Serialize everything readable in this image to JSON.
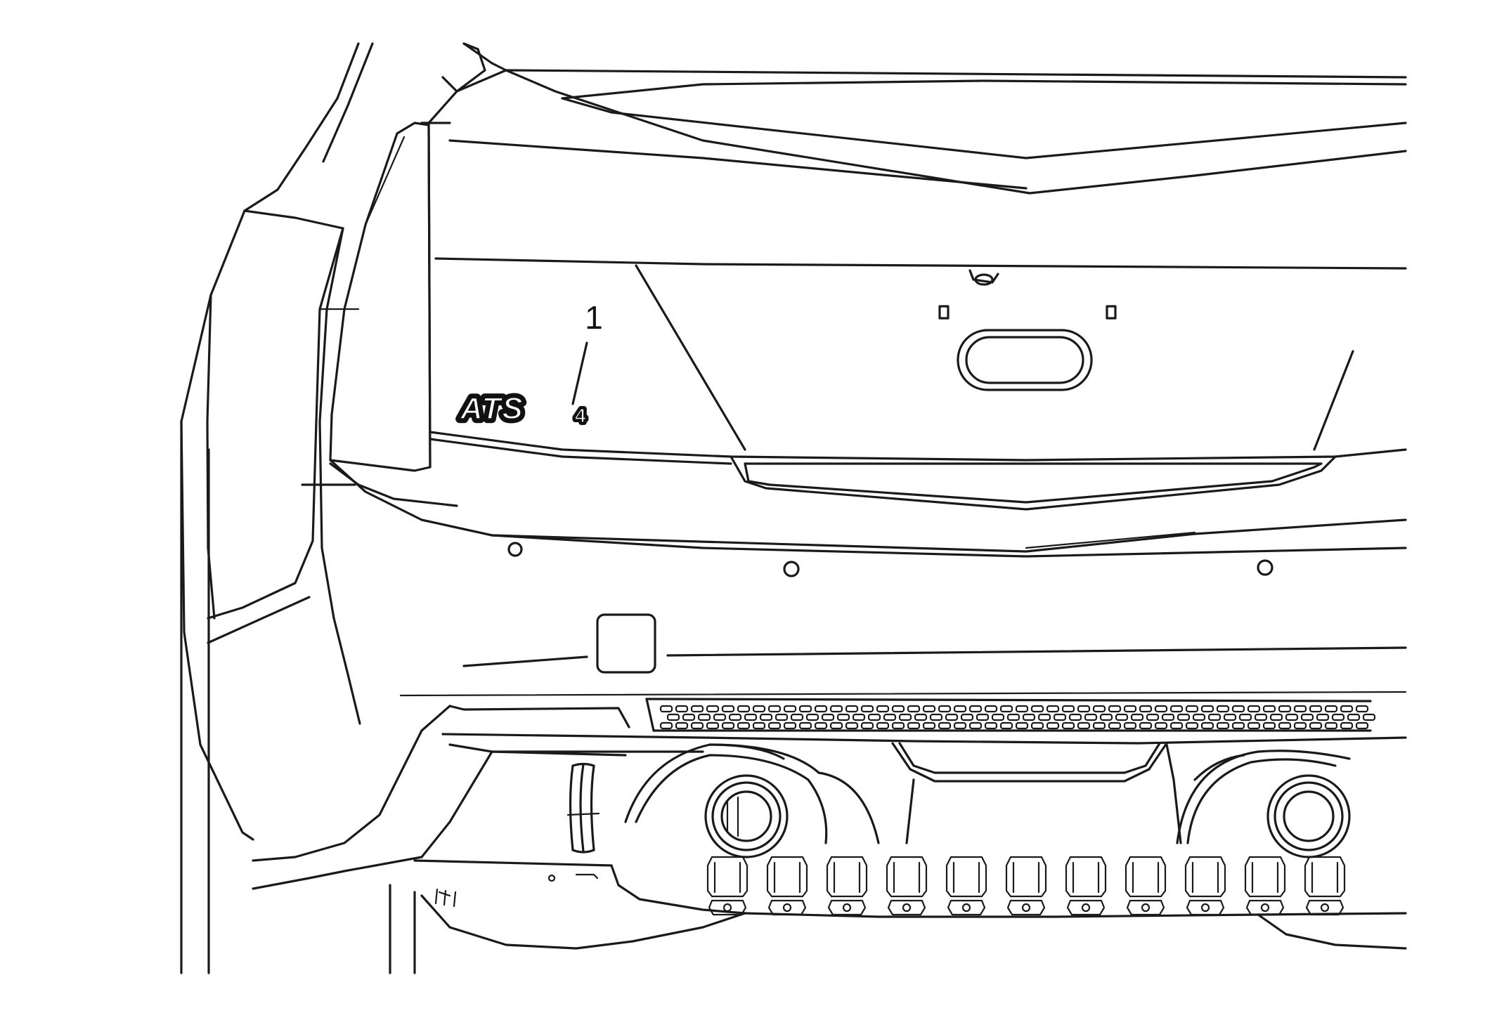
{
  "callouts": [
    {
      "number": "1"
    }
  ],
  "badge": {
    "text": "ATS",
    "subscript": "4"
  },
  "colors": {
    "line": "#1a1a1a",
    "background": "#ffffff"
  }
}
